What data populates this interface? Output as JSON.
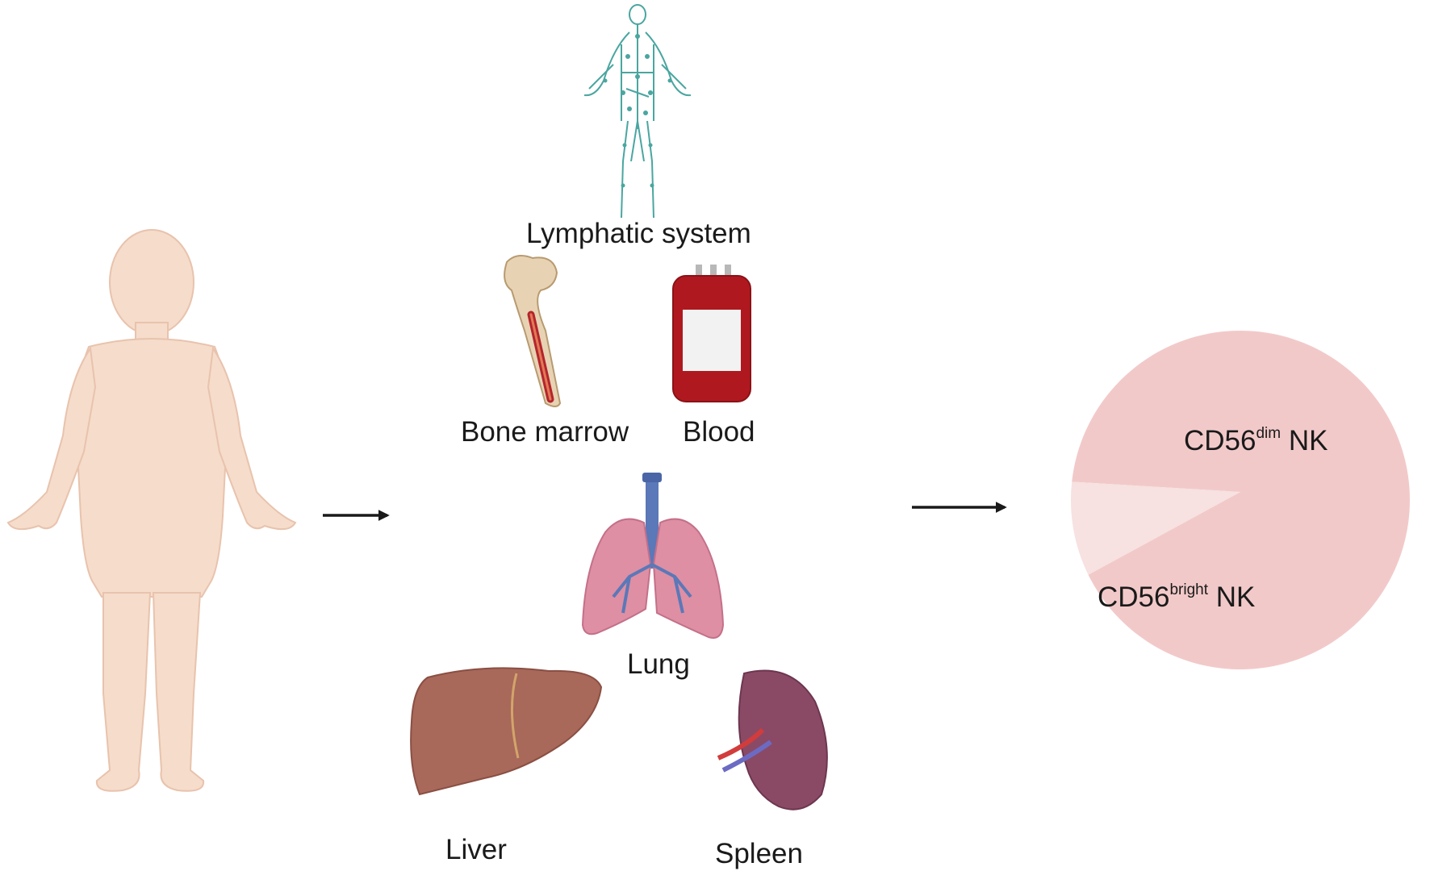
{
  "labels": {
    "lymphatic": "Lymphatic system",
    "bone_marrow": "Bone marrow",
    "blood": "Blood",
    "lung": "Lung",
    "liver": "Liver",
    "spleen": "Spleen"
  },
  "pie": {
    "dim": {
      "base": "CD56",
      "sup": "dim",
      "suffix": " NK"
    },
    "bright": {
      "base": "CD56",
      "sup": "bright",
      "suffix": " NK"
    },
    "bright_fraction": 0.09
  },
  "colors": {
    "body": "#f6dccb",
    "pie_dim": "#f2c9c9",
    "pie_bright": "#f7e1e1",
    "lymph": "#4aa6a0",
    "liver": "#a8685a",
    "spleen": "#8a4a66",
    "lung": "#de8fa3",
    "trachea": "#5b78b8",
    "blood": "#b0181f",
    "arrow": "#1a1a1a"
  }
}
